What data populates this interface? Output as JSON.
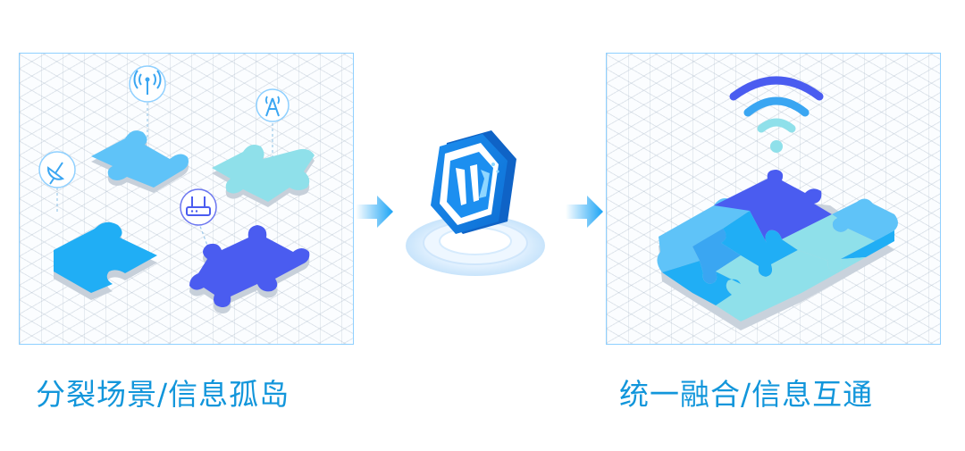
{
  "captions": {
    "left": "分裂场景/信息孤岛",
    "right": "统一融合/信息互通"
  },
  "left_panel": {
    "icons": [
      "antenna-signal-icon",
      "radio-tower-icon",
      "satellite-dish-icon",
      "router-icon"
    ],
    "pieces": [
      "puzzle-piece-blue",
      "puzzle-piece-aqua",
      "puzzle-piece-azure",
      "puzzle-piece-indigo"
    ]
  },
  "center": {
    "icon": "product-logo-icon"
  },
  "right_panel": {
    "icons": [
      "wifi-icon"
    ],
    "pieces": [
      "assembled-puzzle"
    ]
  },
  "colors": {
    "accent": "#1296db",
    "indigo": "#4a5cf0",
    "azure": "#20aef5",
    "aqua": "#8fe0ea",
    "light_blue": "#5fc3f8"
  }
}
